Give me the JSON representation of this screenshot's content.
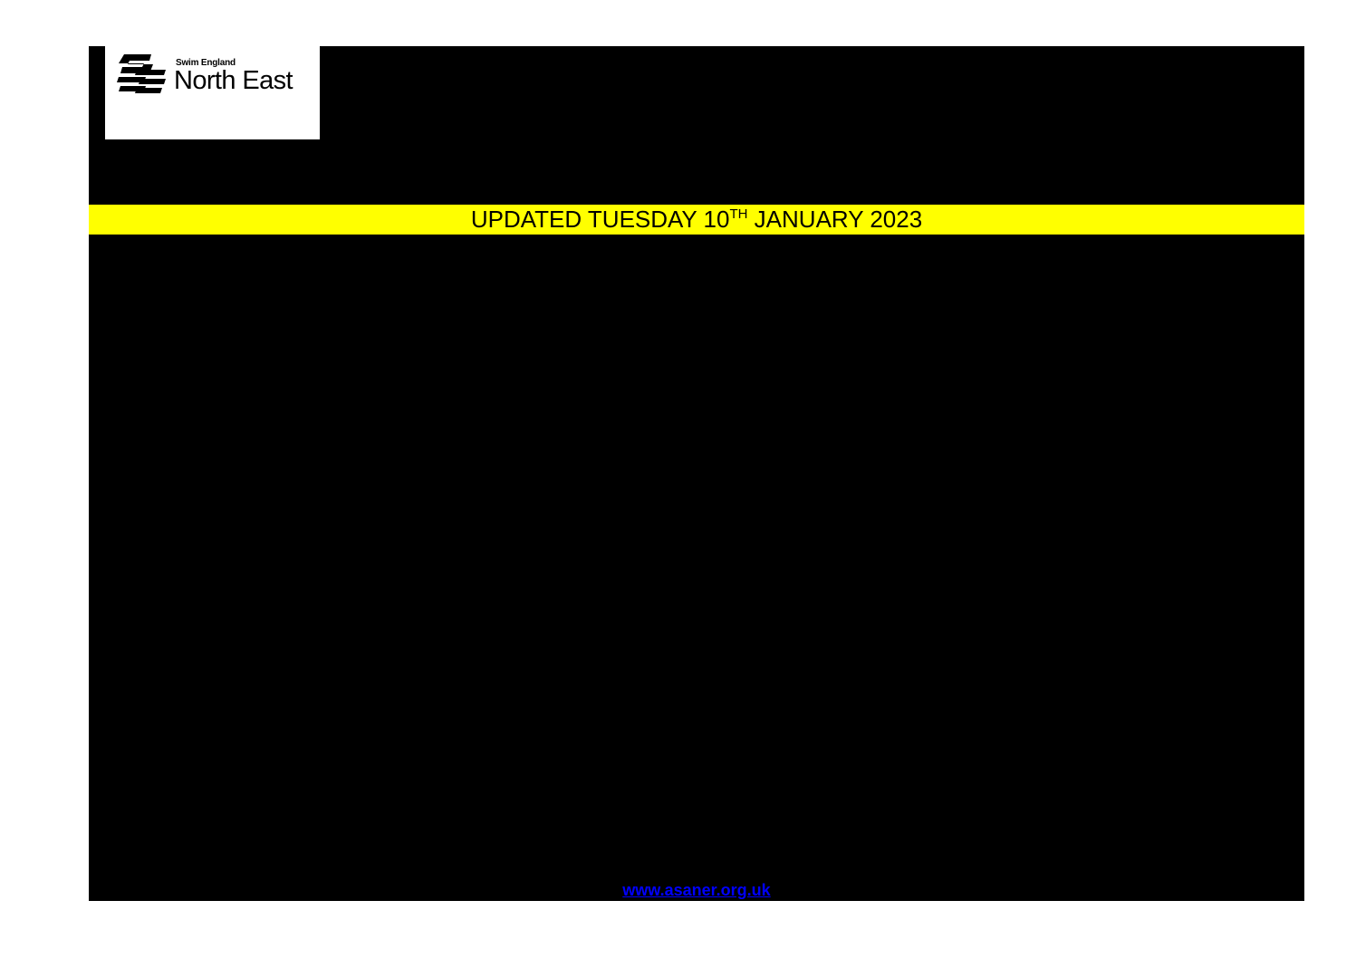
{
  "logo": {
    "small_text": "Swim England",
    "large_text": "North East",
    "icon": "swim-england-logo-mark"
  },
  "banner": {
    "text_before": "UPDATED TUESDAY 10",
    "superscript": "TH",
    "text_after": " JANUARY 2023",
    "color": "#ffff00"
  },
  "footer": {
    "link_text": "www.asaner.org.uk",
    "link_color": "#0000ff"
  },
  "colors": {
    "panel": "#000000",
    "page": "#ffffff"
  }
}
